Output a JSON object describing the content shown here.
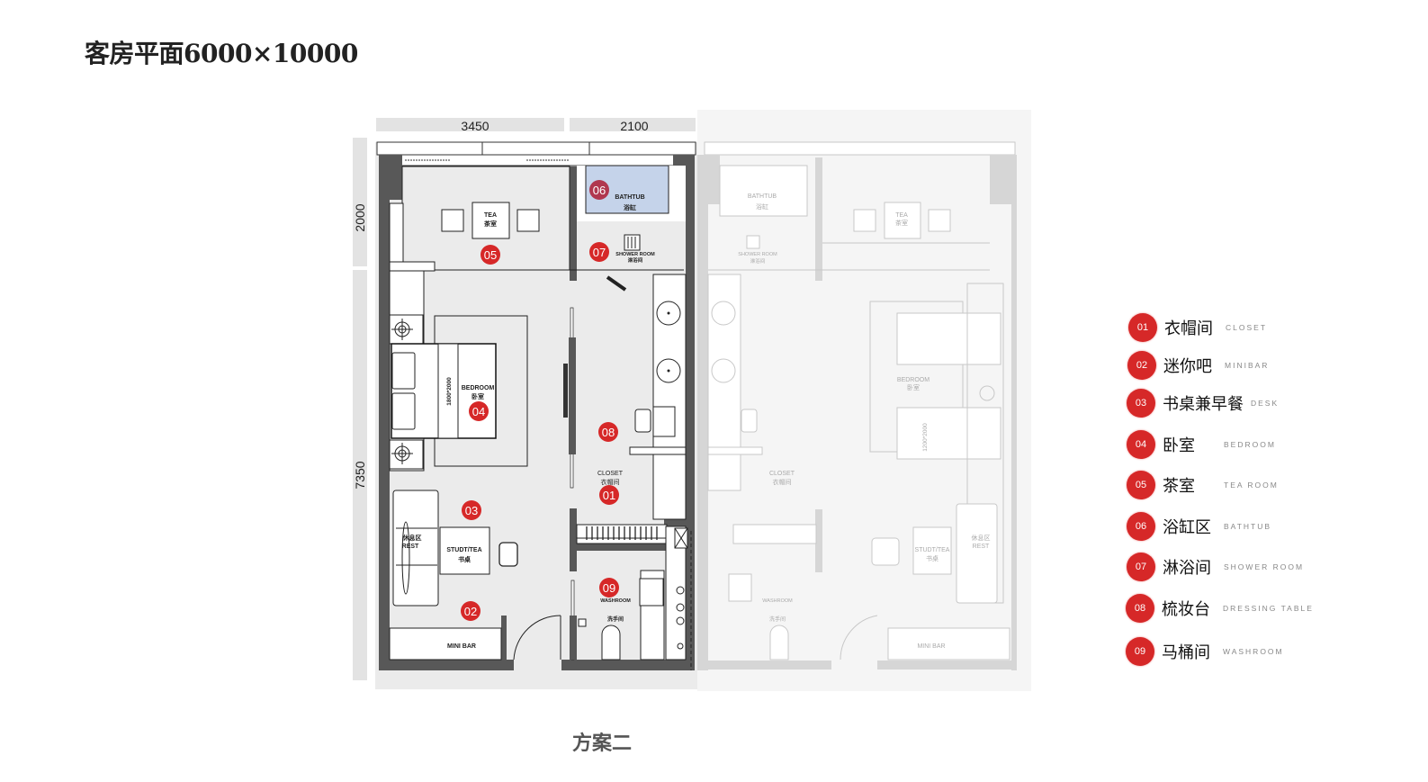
{
  "title": "客房平面6000×10000",
  "caption": "方案二",
  "dimensions": {
    "top_left": "3450",
    "top_right": "2100",
    "left_top": "2000",
    "left_bottom": "7350"
  },
  "plan_labels": {
    "tea_en": "TEA",
    "tea_cn": "茶室",
    "bathtub_en": "BATHTUB",
    "bathtub_cn": "浴缸",
    "shower_en": "SHOWER ROOM",
    "shower_cn": "淋浴间",
    "bedroom_en": "BEDROOM",
    "bedroom_cn": "卧室",
    "bed_size": "1800*2000",
    "closet_en": "CLOSET",
    "closet_cn": "衣帽间",
    "rest_cn": "休息区",
    "rest_en": "REST",
    "desk_en": "STUDT/TEA",
    "desk_cn": "书桌",
    "washroom_en": "WASHROOM",
    "washroom_cn": "洗手间",
    "minibar": "MINI BAR",
    "twin_bed_size": "1200*2000"
  },
  "markers": [
    "01",
    "02",
    "03",
    "04",
    "05",
    "06",
    "07",
    "08",
    "09"
  ],
  "legend": [
    {
      "num": "01",
      "cn": "衣帽间",
      "en": "Closet"
    },
    {
      "num": "02",
      "cn": "迷你吧",
      "en": "Minibar"
    },
    {
      "num": "03",
      "cn": "书桌兼早餐",
      "en": "Desk"
    },
    {
      "num": "04",
      "cn": "卧室",
      "en": "Bedroom"
    },
    {
      "num": "05",
      "cn": "茶室",
      "en": "Tea Room"
    },
    {
      "num": "06",
      "cn": "浴缸区",
      "en": "Bathtub"
    },
    {
      "num": "07",
      "cn": "淋浴间",
      "en": "Shower room"
    },
    {
      "num": "08",
      "cn": "梳妆台",
      "en": "Dressing table"
    },
    {
      "num": "09",
      "cn": "马桶间",
      "en": "washroom"
    }
  ],
  "colors": {
    "marker": "#d62828",
    "wall": "#585858",
    "bathtub": "#c5d3ea"
  }
}
